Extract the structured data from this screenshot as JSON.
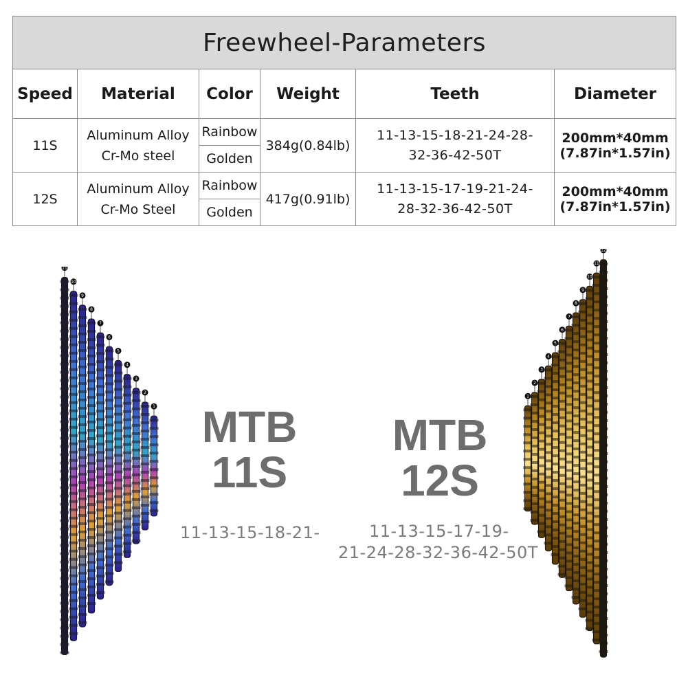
{
  "table": {
    "title": "Freewheel-Parameters",
    "headers": [
      "Speed",
      "Material",
      "Color",
      "Weight",
      "Teeth",
      "Diameter"
    ],
    "rows": [
      {
        "speed": "11S",
        "material_1": "Aluminum Alloy",
        "material_2": "Cr-Mo steel",
        "color_1": "Rainbow",
        "color_2": "Golden",
        "weight": "384g(0.84lb)",
        "teeth_1": "11-13-15-18-21-24-28-",
        "teeth_2": "32-36-42-50T",
        "diameter_1": "200mm*40mm",
        "diameter_2": "(7.87in*1.57in)"
      },
      {
        "speed": "12S",
        "material_1": "Aluminum Alloy",
        "material_2": "Cr-Mo Steel",
        "color_1": "Rainbow",
        "color_2": "Golden",
        "weight": "417g(0.91lb)",
        "teeth_1": "11-13-15-17-19-21-24-",
        "teeth_2": "28-32-36-42-50T",
        "diameter_1": "200mm*40mm",
        "diameter_2": "(7.87in*1.57in)"
      }
    ]
  },
  "product_left": {
    "line1": "MTB",
    "line2": "11S",
    "teeth": "11-13-15-18-21-",
    "finish": "rainbow",
    "gear_count": 11
  },
  "product_right": {
    "line1": "MTB",
    "line2": "12S",
    "teeth_1": "11-13-15-17-19-",
    "teeth_2": "21-24-28-32-36-42-50T",
    "finish": "golden",
    "gear_count": 12
  },
  "colors": {
    "title_bg": "#d9d9d9",
    "border": "#8a8a8a",
    "mtb_text": "#6d6d6d",
    "rainbow": [
      "#2b1e8c",
      "#3f6fd6",
      "#2fa7c9",
      "#b03fb5",
      "#e0a030"
    ],
    "golden": [
      "#5a3a08",
      "#b8861e",
      "#e9c25a",
      "#fbe08c",
      "#2a2410"
    ]
  }
}
